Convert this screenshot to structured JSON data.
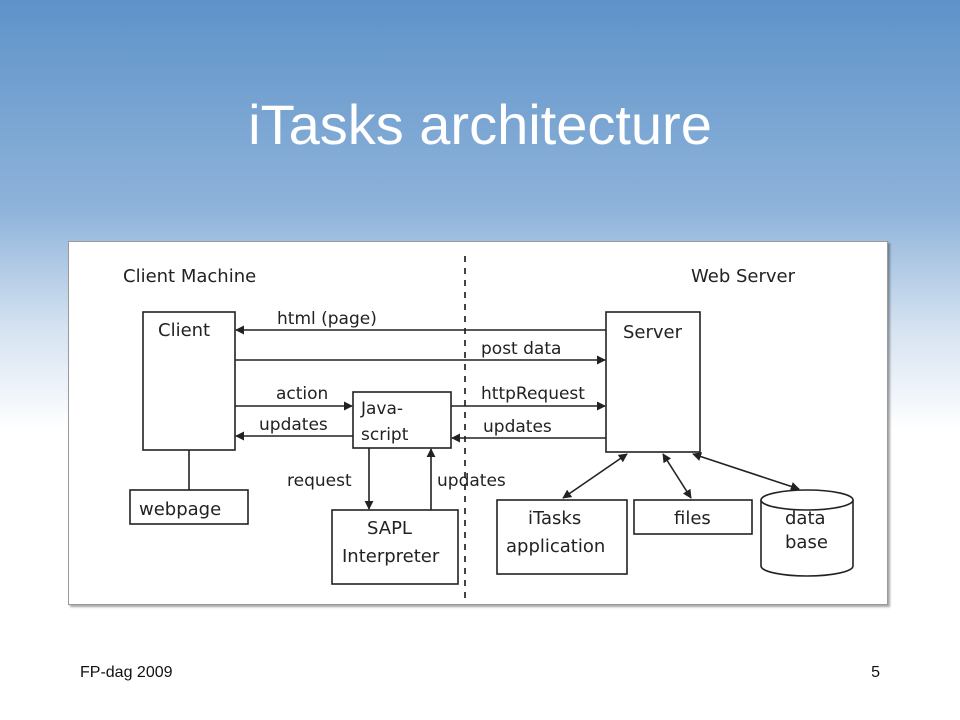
{
  "slide": {
    "title": "iTasks architecture",
    "footer_left": "FP-dag 2009",
    "page_number": "5"
  },
  "diagram": {
    "regions": {
      "client_side": "Client Machine",
      "server_side": "Web Server"
    },
    "nodes": {
      "client": "Client",
      "webpage": "webpage",
      "javascript": [
        "Java-",
        "script"
      ],
      "sapl": [
        "SAPL",
        "Interpreter"
      ],
      "server": "Server",
      "itasks_app": [
        "iTasks",
        "application"
      ],
      "files": "files",
      "database": [
        "data",
        "base"
      ]
    },
    "edges": {
      "html_page": "html (page)",
      "post_data": "post data",
      "action": "action",
      "updates_to_client": "updates",
      "http_request": "httpRequest",
      "updates_to_js": "updates",
      "request": "request",
      "updates_from_sapl": "updates"
    }
  }
}
